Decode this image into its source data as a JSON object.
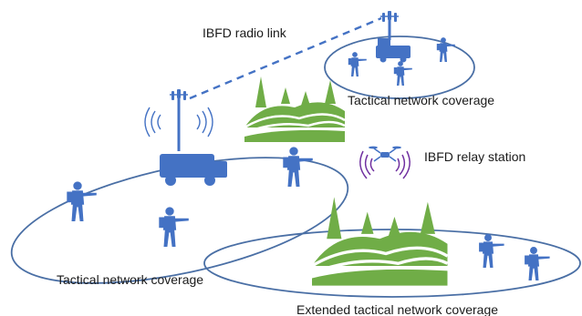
{
  "labels": {
    "radio_link": "IBFD radio link",
    "coverage_top": "Tactical network coverage",
    "relay_station": "IBFD relay station",
    "coverage_left": "Tactical network coverage",
    "coverage_extended": "Extended tactical network coverage"
  },
  "colors": {
    "unit_blue": "#4472c4",
    "ellipse_stroke": "#4a6fa5",
    "hill_green": "#70ad47",
    "link_dash": "#4472c4"
  },
  "icons": [
    "cell-tower-icon",
    "military-truck-icon",
    "soldier-icon",
    "drone-icon",
    "hills-trees-icon"
  ]
}
